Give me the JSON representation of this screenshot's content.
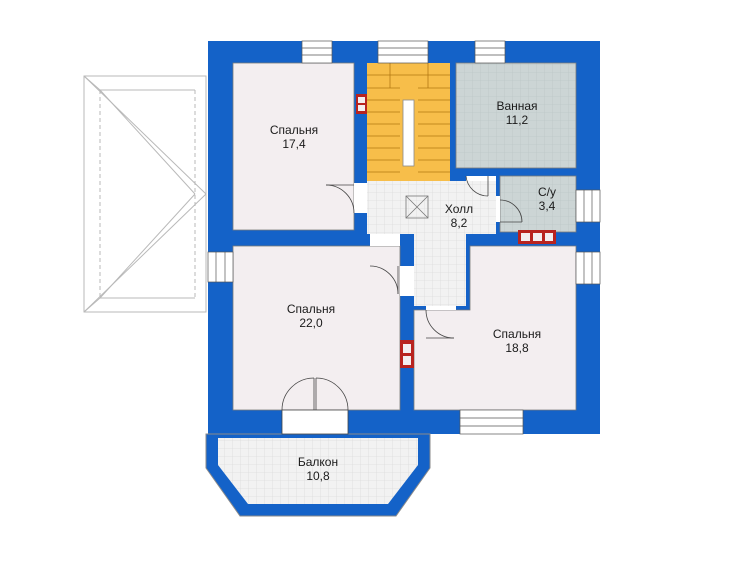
{
  "colors": {
    "wall": "#1462c8",
    "room_fill": "#f3eef0",
    "bath_fill": "#cfd6d6",
    "stair_fill": "#f7be4a",
    "tile_fill": "#eeeeee",
    "roof_line": "#b9b9b9",
    "stove": "#b8231f"
  },
  "rooms": {
    "bedroom1": {
      "name": "Спальня",
      "area": "17,4"
    },
    "bathroom": {
      "name": "Ванная",
      "area": "11,2"
    },
    "hall": {
      "name": "Холл",
      "area": "8,2"
    },
    "wc": {
      "name": "С/у",
      "area": "3,4"
    },
    "bedroom2": {
      "name": "Спальня",
      "area": "22,0"
    },
    "bedroom3": {
      "name": "Спальня",
      "area": "18,8"
    },
    "balcony": {
      "name": "Балкон",
      "area": "10,8"
    }
  }
}
